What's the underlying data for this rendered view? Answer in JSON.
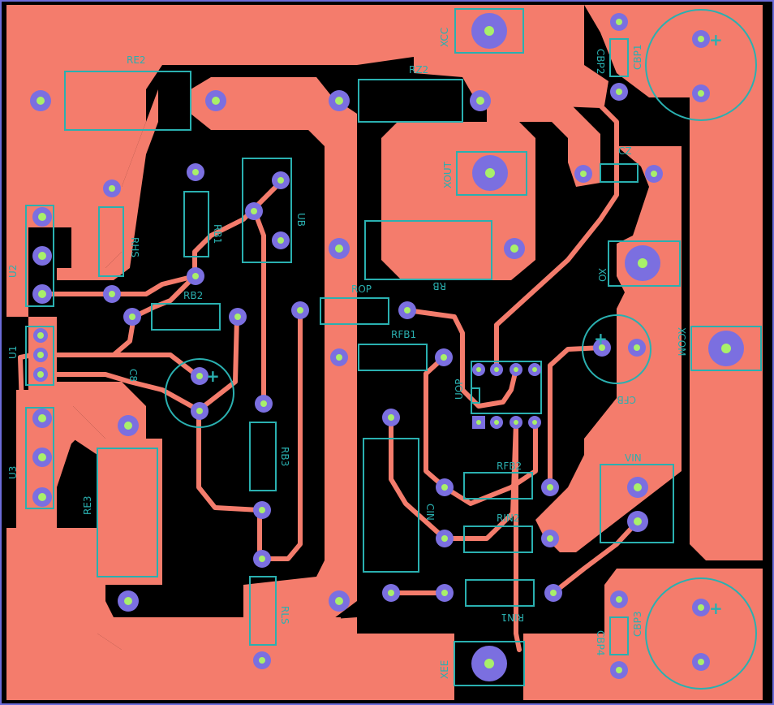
{
  "board": {
    "colors": {
      "background": "#000000",
      "copper": "#f47c6c",
      "silkscreen": "#2ab0b0",
      "pad": "#7b6fe0",
      "drill": "#a8f06a",
      "edge": "#6b6bd8"
    }
  },
  "labels": {
    "re2": "RE2",
    "rz2": "RZ2",
    "xcc": "XCC",
    "cbp2": "CBP2",
    "cbp1": "CBP1",
    "cz": "CZ",
    "xout": "XOUT",
    "rb1": "RB1",
    "ub": "UB",
    "rhs": "RHS",
    "u2": "U2",
    "u1": "U1",
    "u3": "U3",
    "rb2": "RB2",
    "rop": "ROP",
    "rb": "RB",
    "xo": "XO",
    "rfb1": "RFB1",
    "xcom": "XCOM",
    "c8": "C8",
    "cfb": "CFB",
    "uop": "UOP",
    "rb3": "RB3",
    "rfb2": "RFB2",
    "vin": "VIN",
    "re3": "RE3",
    "cin": "CIN",
    "rin2": "RIN2",
    "rls": "RLS",
    "rin1": "RIN1",
    "cbp3": "CBP3",
    "cbp4": "CBP4",
    "xee": "XEE",
    "plus": "+"
  }
}
